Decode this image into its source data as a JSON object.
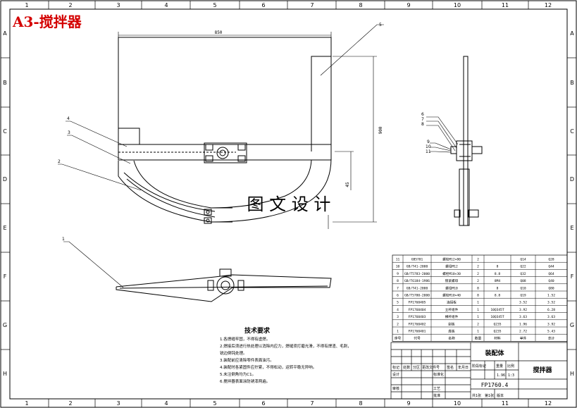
{
  "header": {
    "title": "A3-搅拌器",
    "title_color": "#d40000"
  },
  "watermark": "图 文 设 计",
  "border": {
    "columns": [
      "1",
      "2",
      "3",
      "4",
      "5",
      "6",
      "7",
      "8",
      "9",
      "10",
      "11",
      "12"
    ],
    "rows": [
      "A",
      "B",
      "C",
      "D",
      "E",
      "F",
      "G",
      "H"
    ]
  },
  "main_view": {
    "dim_width": "850",
    "dim_height": "900",
    "dim_side": "45",
    "leaders": [
      "5",
      "4",
      "3",
      "2"
    ]
  },
  "side_view": {
    "leaders": [
      "6",
      "7",
      "8",
      "9",
      "10",
      "11"
    ]
  },
  "bottom_view": {
    "leader": "1"
  },
  "tech_req": {
    "title": "技术要求",
    "lines": [
      "1.各焊缝牢固，不得有虚焊。",
      "2.焊接后须进行热处理以消除内应力，焊缝须打磨光滑，不得有焊渣、毛刺，",
      "  锐边倒钝处理。",
      "3.装配前应清除零件表面油污。",
      "4.装配时各紧固件应拧紧，不得松动，运转平稳无异响。",
      "5.未注倒角均为C1。",
      "6.搅拌器表面涂防锈漆两遍。"
    ]
  },
  "bom": {
    "rows": [
      [
        "11",
        "GB5781",
        "螺栓M12×80",
        "2",
        "",
        "Q14",
        "Q28"
      ],
      [
        "10",
        "GB/T41-2000",
        "螺母M12",
        "2",
        "8",
        "Q22",
        "Q44"
      ],
      [
        "9",
        "GB/T5783-2000",
        "螺栓M10×30",
        "2",
        "8.8",
        "Q32",
        "Q64"
      ],
      [
        "8",
        "GB/T6184-1986",
        "锁紧螺母",
        "2",
        "8M4",
        "Q08",
        "Q40"
      ],
      [
        "7",
        "GB/T41-2000",
        "螺母M10",
        "8",
        "8",
        "Q10",
        "Q80"
      ],
      [
        "6",
        "GB/T5780-2000",
        "螺栓M10×40",
        "8",
        "8.8",
        "Q19",
        "1.52"
      ],
      [
        "5",
        "FP1760405",
        "连接板",
        "1",
        "",
        "3.52",
        "3.52"
      ],
      [
        "4",
        "FP1760404",
        "立杆组件",
        "1",
        "10Q345T",
        "3.92",
        "6.28"
      ],
      [
        "3",
        "FP1760403",
        "横杆组件",
        "1",
        "10Q345T",
        "3.63",
        "3.63"
      ],
      [
        "2",
        "FP1760402",
        "刮板",
        "2",
        "Q235",
        "1.96",
        "3.92"
      ],
      [
        "1",
        "FP1760401",
        "底板",
        "1",
        "Q235",
        "2.72",
        "5.43"
      ]
    ],
    "headers": [
      "序号",
      "代号",
      "名称",
      "数量",
      "材料",
      "单件",
      "总计"
    ]
  },
  "title_block": {
    "assembly": "装配体",
    "part_name": "搅拌器",
    "drawing_no": "FP1760.4",
    "weight": "1.96",
    "scale": "1:3",
    "labels": {
      "stage": "阶段标记",
      "weight": "重量",
      "scale": "比例",
      "total": "共1张",
      "sheet": "第1张",
      "version": "版本",
      "mark": "标记",
      "count": "处数",
      "zone": "分区",
      "change_doc": "更改文件号",
      "signature": "签名",
      "date": "年月日",
      "design": "设计",
      "standard": "标准化",
      "check": "审核",
      "process": "工艺",
      "approve": "批准"
    }
  }
}
